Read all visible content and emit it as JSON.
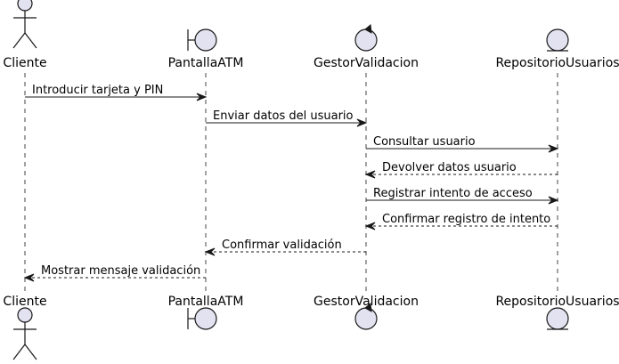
{
  "colors": {
    "participant_fill": "#e2e2f0",
    "stroke": "#181818",
    "lifeline": "#181818",
    "text": "#000000"
  },
  "participants": [
    {
      "id": "cliente",
      "name": "Cliente",
      "kind": "actor",
      "icon": "actor-icon"
    },
    {
      "id": "pantalla",
      "name": "PantallaATM",
      "kind": "boundary",
      "icon": "boundary-icon"
    },
    {
      "id": "gestor",
      "name": "GestorValidacion",
      "kind": "control",
      "icon": "control-icon"
    },
    {
      "id": "repo",
      "name": "RepositorioUsuarios",
      "kind": "entity",
      "icon": "entity-icon"
    }
  ],
  "messages": [
    {
      "from": "cliente",
      "to": "pantalla",
      "label": "Introducir tarjeta y PIN",
      "style": "solid"
    },
    {
      "from": "pantalla",
      "to": "gestor",
      "label": "Enviar datos del usuario",
      "style": "solid"
    },
    {
      "from": "gestor",
      "to": "repo",
      "label": "Consultar usuario",
      "style": "solid"
    },
    {
      "from": "repo",
      "to": "gestor",
      "label": "Devolver datos usuario",
      "style": "dashed"
    },
    {
      "from": "gestor",
      "to": "repo",
      "label": "Registrar intento de acceso",
      "style": "solid"
    },
    {
      "from": "repo",
      "to": "gestor",
      "label": "Confirmar registro de intento",
      "style": "dashed"
    },
    {
      "from": "gestor",
      "to": "pantalla",
      "label": "Confirmar validación",
      "style": "dashed"
    },
    {
      "from": "pantalla",
      "to": "cliente",
      "label": "Mostrar mensaje validación",
      "style": "dashed"
    }
  ]
}
